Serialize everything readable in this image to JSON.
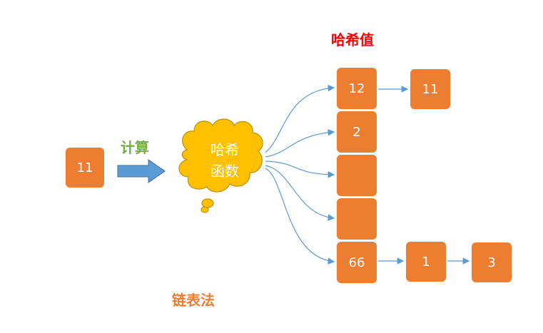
{
  "input_value": "11",
  "compute_label": "计算",
  "hash_function_label": [
    "哈希",
    "函数"
  ],
  "hash_value_label": "哈希值",
  "method_label": "链表法",
  "buckets": [
    "12",
    "2",
    "",
    "",
    "66"
  ],
  "chains": {
    "bucket0": [
      "11"
    ],
    "bucket4": [
      "1",
      "3"
    ]
  },
  "colors": {
    "node": "#ed7d31",
    "cloud": "#ffc000",
    "arrow": "#5b9bd5",
    "compute_label": "#70ad47",
    "hash_value_label": "#ff0000",
    "method_label": "#ed7d31"
  }
}
